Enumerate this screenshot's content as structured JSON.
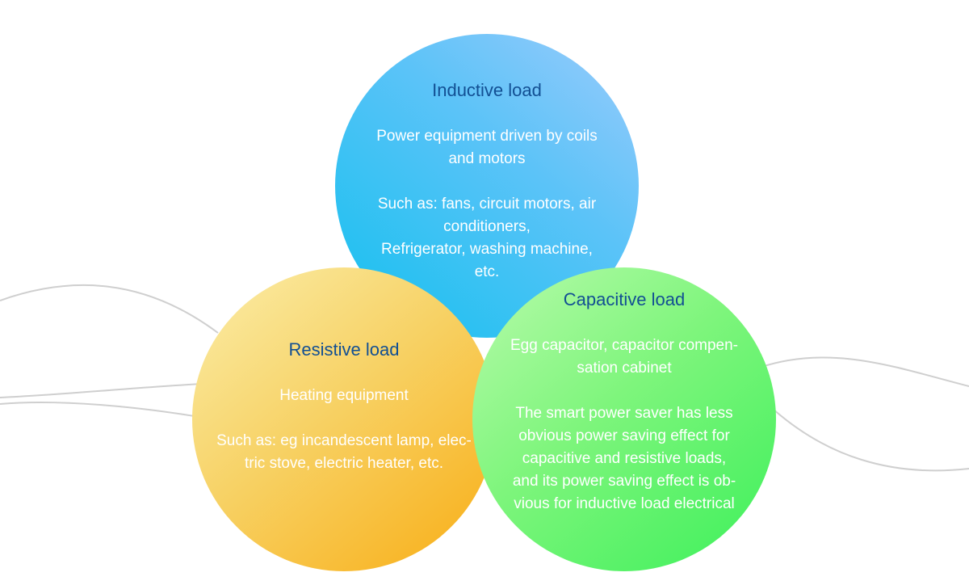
{
  "diagram": {
    "inductive": {
      "title": "Inductive load",
      "lines": [
        "Power equipment driven by coils",
        "and motors",
        "",
        "Such as: fans, circuit motors, air",
        "conditioners,",
        "Refrigerator, washing machine,",
        "etc."
      ]
    },
    "resistive": {
      "title": "Resistive load",
      "lines": [
        "Heating equipment",
        "",
        "Such as: eg incandescent lamp, elec-",
        "tric stove, electric heater, etc."
      ]
    },
    "capacitive": {
      "title": "Capacitive load",
      "lines": [
        "Egg capacitor, capacitor compen-",
        "sation cabinet",
        "",
        "The smart power saver has less",
        "obvious power saving effect for",
        "capacitive and resistive loads,",
        "and its power saving effect is ob-",
        "vious for inductive load electrical"
      ]
    }
  },
  "colors": {
    "title_text": "#124f93",
    "body_text": "#ffffff",
    "curves": "#cfcfcf"
  }
}
